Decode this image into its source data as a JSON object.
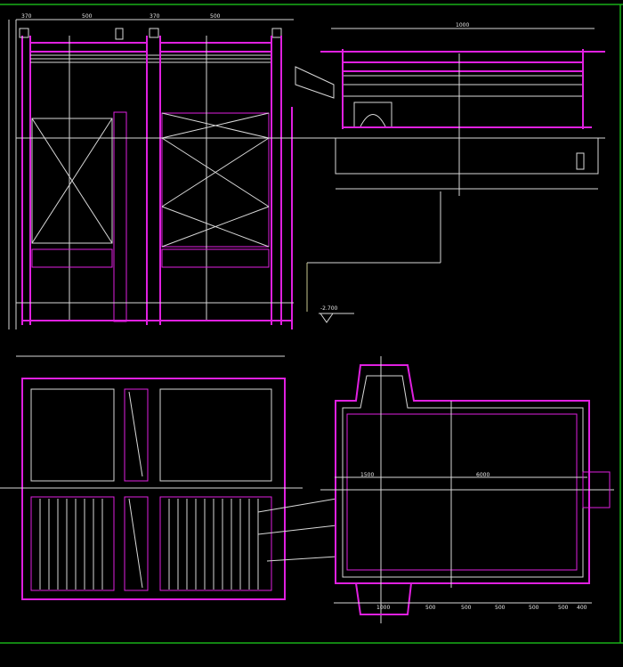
{
  "drawing": {
    "elevation_label": "-2.700",
    "dimensions": {
      "top_left": [
        "370",
        "500",
        "370",
        "500"
      ],
      "top_right": "1000",
      "plan_right_long": "6000",
      "plan_right_left": "1500",
      "plan_bottom": [
        "500",
        "500",
        "500",
        "500",
        "500",
        "400"
      ],
      "sump_width": "1000"
    },
    "colors": {
      "background": "#000000",
      "frame": "#19b019",
      "wall": "#e020e0",
      "line": "#d8d8d8"
    }
  }
}
